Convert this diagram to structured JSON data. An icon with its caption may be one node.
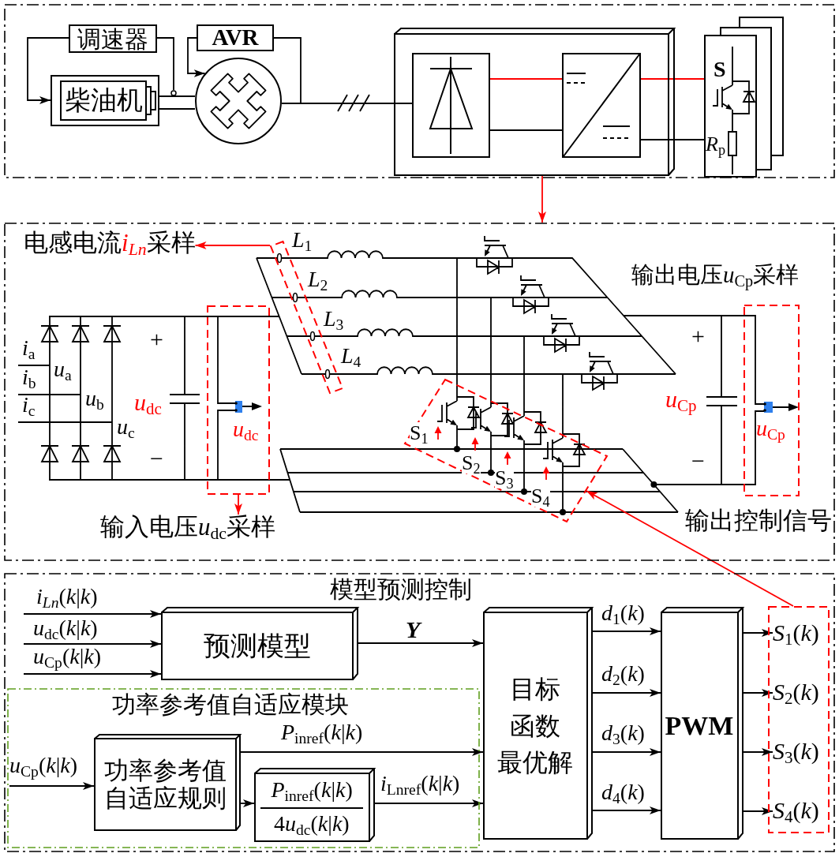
{
  "diagram": {
    "nodes": [
      {
        "text": [],
        "shape": "box"
      },
      {
        "text": [
          "调速器"
        ],
        "in": 0
      },
      {
        "text": [
          "柴油机"
        ],
        "in": 0
      },
      {
        "text": [
          "AVR"
        ],
        "in": 0
      },
      {
        "text": [],
        "shape": "circle",
        "in": 0
      },
      {
        "text": [],
        "shape": "box",
        "in": 0
      },
      {
        "text": [],
        "shape": "box",
        "in": 5
      },
      {
        "text": [],
        "shape": "box",
        "in": 5
      },
      {
        "text": [
          "S",
          "*R*$_{p}$"
        ],
        "in": 0
      },
      {
        "text": [],
        "shape": "box"
      },
      {
        "text": [
          "电感电流i$_{Ln}$采样"
        ],
        "in": 9
      },
      {
        "text": [],
        "shape": "box",
        "in": 9
      },
      {
        "text": [
          "*u*$_{dc}$"
        ],
        "in": 9
      },
      {
        "text": [
          "输入电压u$_{dc}$采样"
        ],
        "in": 9
      },
      {
        "text": [],
        "shape": "box",
        "in": 9
      },
      {
        "text": [
          "*u*$_{Cp}$"
        ],
        "in": 9,
        "beside": [
          "输出电压u$_{Cp}$采样"
        ]
      },
      {
        "text": [
          "模型预测控制"
        ]
      },
      {
        "text": [
          "预测模型"
        ],
        "in": 16
      },
      {
        "text": [
          "功率参考值自适应模块"
        ],
        "in": 16
      },
      {
        "text": [
          "功率参考值自适应规则"
        ],
        "in": 18
      },
      {
        "text": [
          "*P*$_{inref}$(*k*|*k*)",
          "4u$_{dc}$(*k*|*k*)"
        ],
        "in": 18
      },
      {
        "text": [
          "目标函数最优解"
        ],
        "in": 16
      },
      {
        "text": [
          "PWM"
        ],
        "in": 16
      },
      {
        "text": [],
        "shape": "box",
        "in": 16
      },
      {
        "text": [
          "*S*$_{1}$(*k*)"
        ],
        "in": 23
      },
      {
        "text": [
          "*S*$_{2}$(*k*)"
        ],
        "in": 23
      },
      {
        "text": [
          "*S*$_{3}$(*k*)"
        ],
        "in": 23
      },
      {
        "text": [
          "*S*$_{4}$(*k*)"
        ],
        "in": 23
      },
      {
        "text": [],
        "shape": "bar",
        "in": 0
      },
      {
        "text": [],
        "shape": "circle",
        "in": 0
      }
    ],
    "edges": [
      {
        "from": 1,
        "to": 2,
        "arrow": "to"
      },
      {
        "from": 29,
        "to": 1,
        "arrow": "none"
      },
      {
        "from": 3,
        "to": 4,
        "arrow": "to"
      },
      {
        "from": 4,
        "to": 3,
        "arrow": "none"
      },
      {
        "from": 4,
        "to": 6,
        "arrow": "none"
      },
      {
        "from": 6,
        "to": 7,
        "arrow": "none",
        "color": "#ff0000"
      },
      {
        "from": 6,
        "to": 7,
        "arrow": "none"
      },
      {
        "from": 7,
        "to": 8,
        "arrow": "none",
        "color": "#ff0000"
      },
      {
        "from": 7,
        "to": 8,
        "arrow": "none"
      },
      {
        "from": 5,
        "to": 9,
        "arrow": "to",
        "color": "#ff0000"
      },
      {
        "from": 11,
        "to": 10,
        "arrow": "to",
        "color": "#ff0000"
      },
      {
        "from": 12,
        "to": 13,
        "arrow": "to",
        "color": "#ff0000"
      },
      {
        "from": 23,
        "to": 14,
        "arrow": "to",
        "color": "#ff0000",
        "label": "输出控制信号"
      },
      {
        "from": null,
        "to": 17,
        "arrow": "to",
        "label": "*i*$_{Ln}$(*k*|*k*)"
      },
      {
        "from": null,
        "to": 17,
        "arrow": "to",
        "label": "*u*$_{dc}$(*k*|*k*)"
      },
      {
        "from": null,
        "to": 17,
        "arrow": "to",
        "label": "*u*$_{Cp}$(*k*|*k*)"
      },
      {
        "from": 17,
        "to": 21,
        "arrow": "to",
        "label": "Y"
      },
      {
        "from": null,
        "to": 19,
        "arrow": "to",
        "label": "*u*$_{Cp}$(*k*|*k*)"
      },
      {
        "from": 19,
        "to": 21,
        "arrow": "to",
        "label": "*P*$_{inref}$(*k*|*k*)"
      },
      {
        "from": 19,
        "to": 20,
        "arrow": "to"
      },
      {
        "from": 20,
        "to": 21,
        "arrow": "to",
        "label": "*i*$_{Lnref}$(*k*|*k*)"
      },
      {
        "from": 21,
        "to": 22,
        "arrow": "to",
        "label": "*d*$_{1}$(*k*)"
      },
      {
        "from": 21,
        "to": 22,
        "arrow": "to",
        "label": "*d*$_{2}$(*k*)"
      },
      {
        "from": 21,
        "to": 22,
        "arrow": "to",
        "label": "*d*$_{3}$(*k*)"
      },
      {
        "from": 21,
        "to": 22,
        "arrow": "to",
        "label": "*d*$_{4}$(*k*)"
      },
      {
        "from": 22,
        "to": 24,
        "arrow": "to"
      },
      {
        "from": 22,
        "to": 25,
        "arrow": "to"
      },
      {
        "from": 22,
        "to": 26,
        "arrow": "to"
      },
      {
        "from": 22,
        "to": 27,
        "arrow": "to"
      }
    ],
    "labels": [
      "*L*$_{1}$",
      "*L*$_{2}$",
      "*L*$_{3}$",
      "*L*$_{4}$",
      "+",
      "+",
      "*i*$_{a}$",
      "*u*$_{a}$",
      "*i*$_{b}$",
      "*u*$_{b}$",
      "*i*$_{c}$",
      "*u*$_{c}$",
      "*u*$_{dc}$",
      "*u*$_{Cp}$",
      "S$_{1}$",
      "−",
      "−",
      "S$_{2}$",
      "S$_{3}$",
      "S$_{4}$"
    ]
  }
}
